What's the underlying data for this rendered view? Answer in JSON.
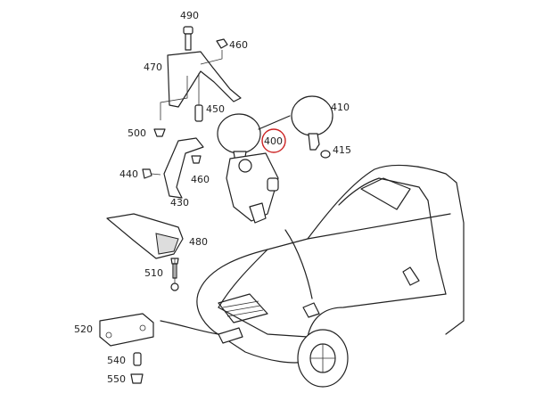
{
  "diagram": {
    "highlight_color": "#cc2222",
    "highlighted_part": "400",
    "labels": {
      "p490": "490",
      "p460a": "460",
      "p470": "470",
      "p450": "450",
      "p500": "500",
      "p410": "410",
      "p400": "400",
      "p415": "415",
      "p440": "440",
      "p460b": "460",
      "p430": "430",
      "p480": "480",
      "p510": "510",
      "p520": "520",
      "p540": "540",
      "p550": "550"
    }
  }
}
